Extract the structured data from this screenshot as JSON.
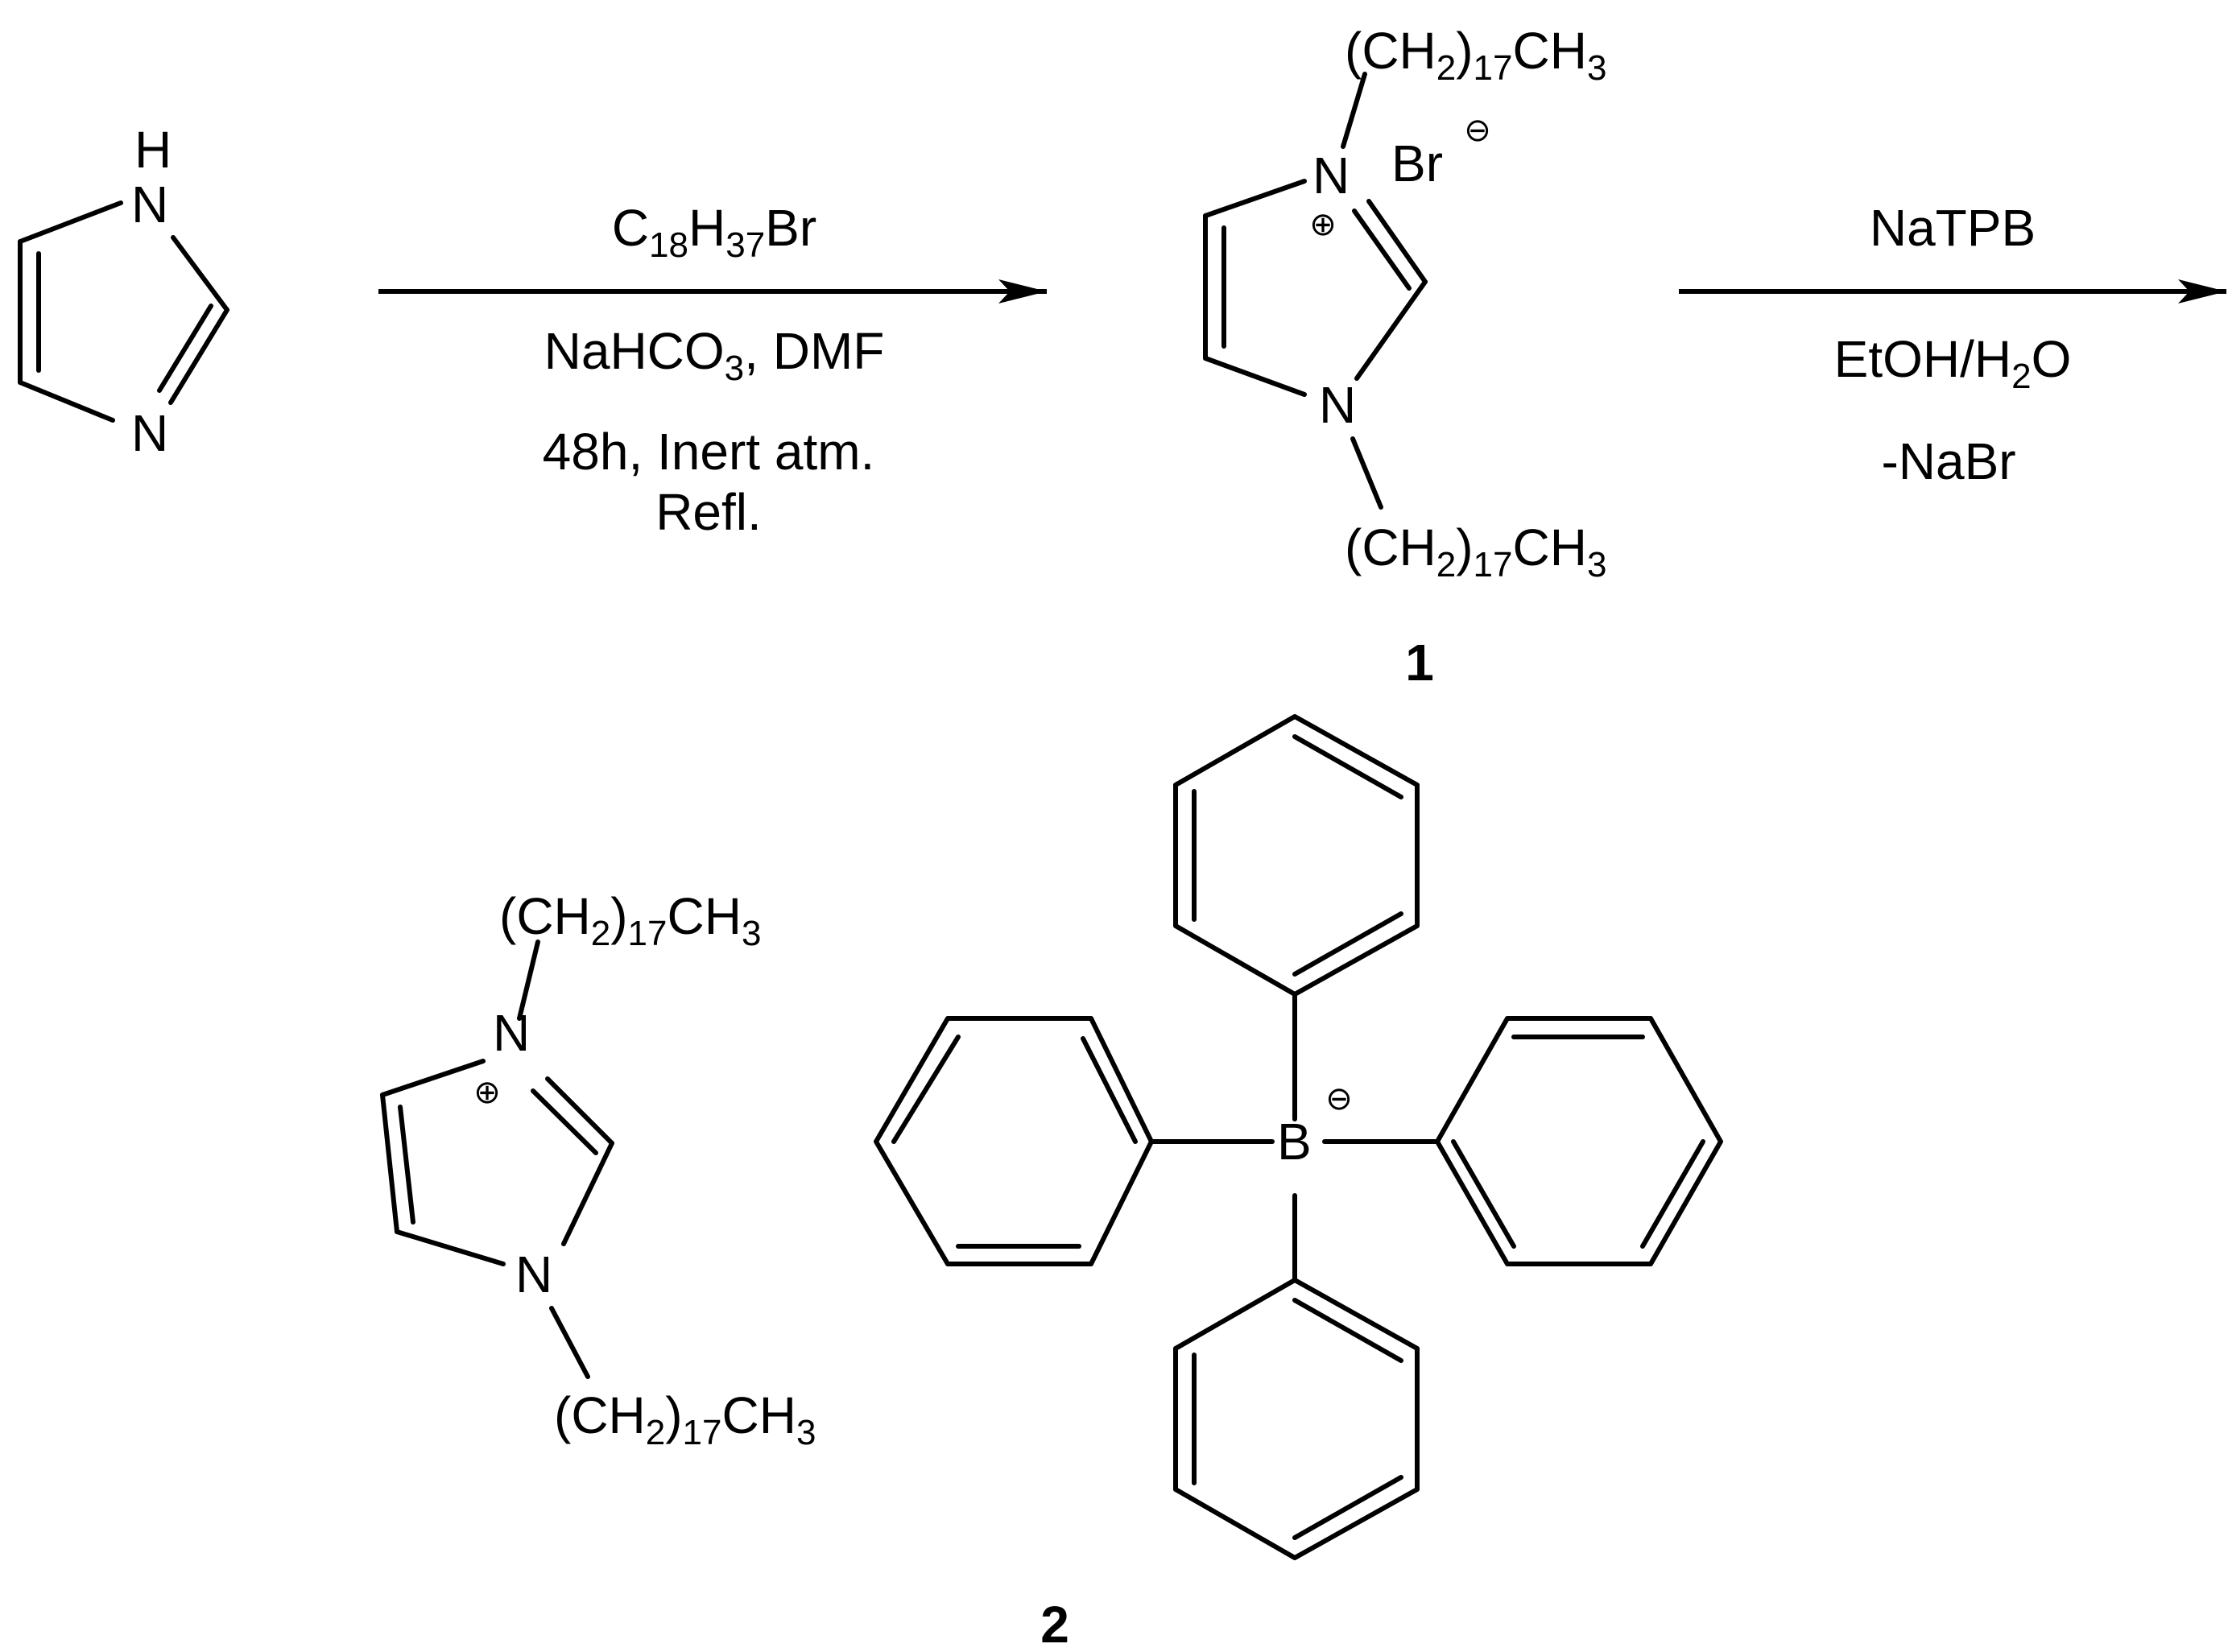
{
  "imidazole": {
    "nh_h": "H",
    "n1": "N",
    "n3": "N"
  },
  "step1": {
    "reagent": {
      "main": "C",
      "sub1": "18",
      "mid": "H",
      "sub2": "37",
      "tail": "Br"
    },
    "base": {
      "pre": "NaHCO",
      "sub": "3",
      "post": ", DMF"
    },
    "line3": "48h, Inert atm.",
    "line4": "Refl."
  },
  "step2": {
    "reagent": "NaTPB",
    "solvent": {
      "pre": "EtOH/H",
      "sub": "2",
      "post": "O"
    },
    "byproduct": "-NaBr"
  },
  "alkyl": {
    "open": "(CH",
    "sub1": "2",
    "mid": ")",
    "sub2": "17",
    "tail": "CH",
    "sub3": "3"
  },
  "product1": {
    "number": "1",
    "n_top": "N",
    "n_bot": "N",
    "counter_ion": "Br",
    "plus": "⊕",
    "minus": "⊖"
  },
  "product2": {
    "number": "2",
    "n_top": "N",
    "n_bot": "N",
    "boron": "B",
    "plus": "⊕",
    "minus": "⊖"
  }
}
